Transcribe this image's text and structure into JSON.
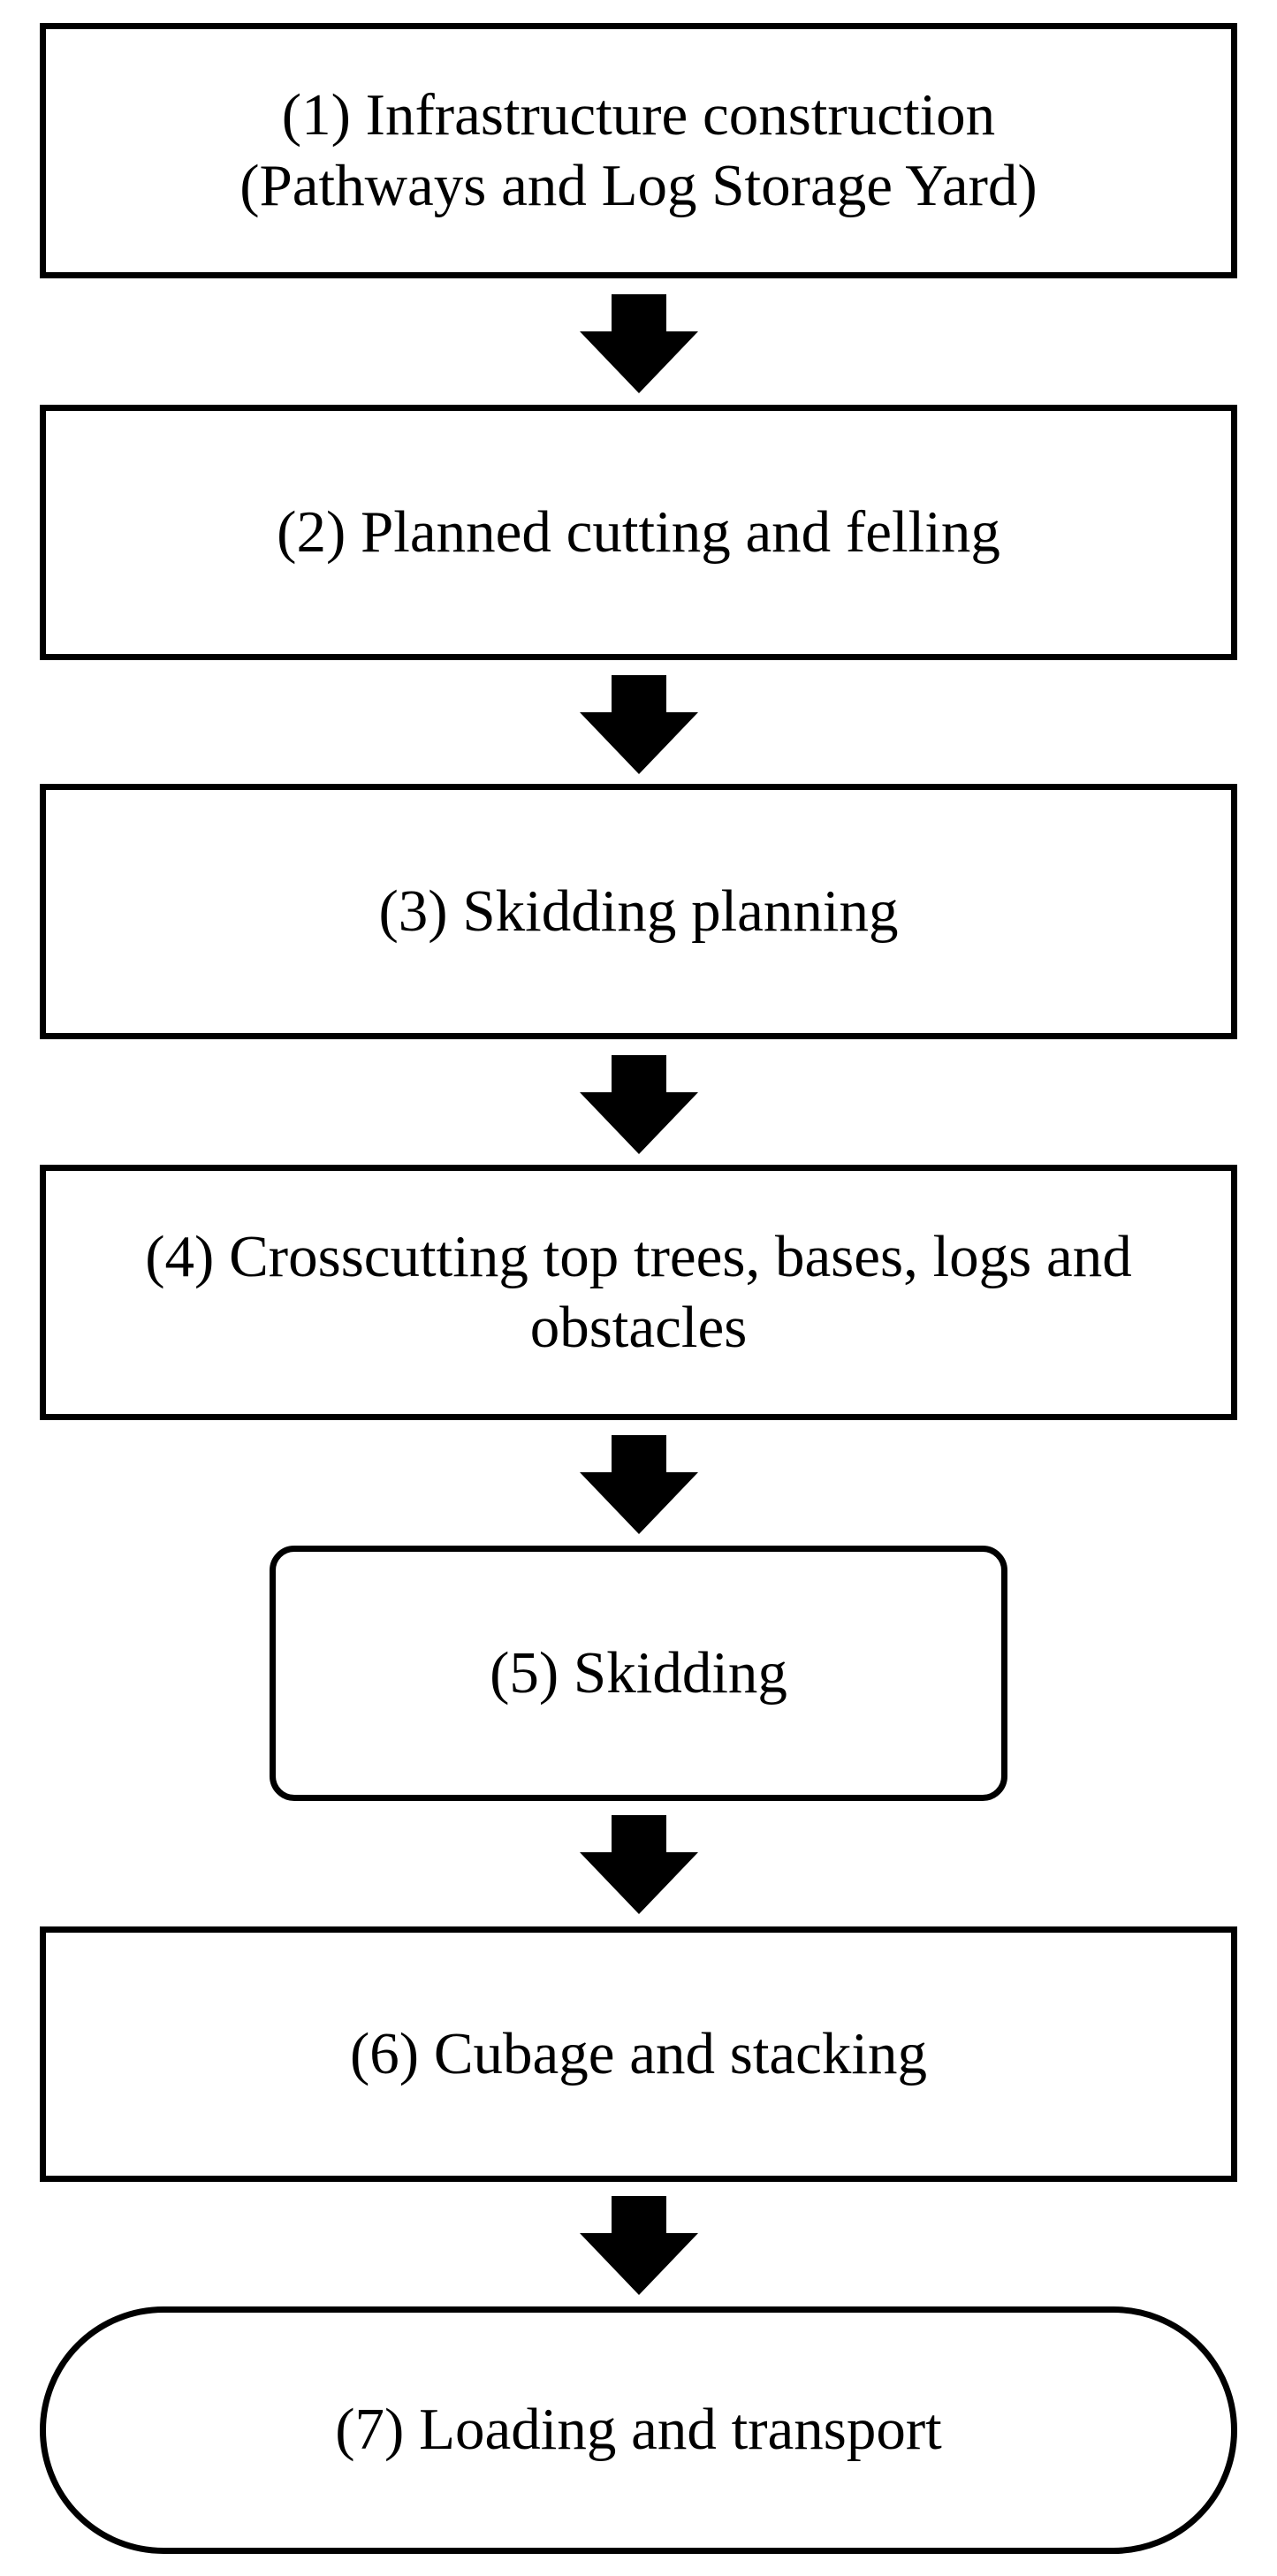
{
  "steps": [
    {
      "label": "(1) Infrastructure construction\n(Pathways and Log Storage Yard)"
    },
    {
      "label": "(2) Planned cutting and felling"
    },
    {
      "label": "(3) Skidding planning"
    },
    {
      "label": "(4) Crosscutting top trees, bases, logs and\nobstacles"
    },
    {
      "label": "(5) Skidding"
    },
    {
      "label": "(6) Cubage and stacking"
    },
    {
      "label": "(7) Loading and transport"
    }
  ],
  "colors": {
    "stroke": "#000000",
    "fill": "#ffffff"
  }
}
